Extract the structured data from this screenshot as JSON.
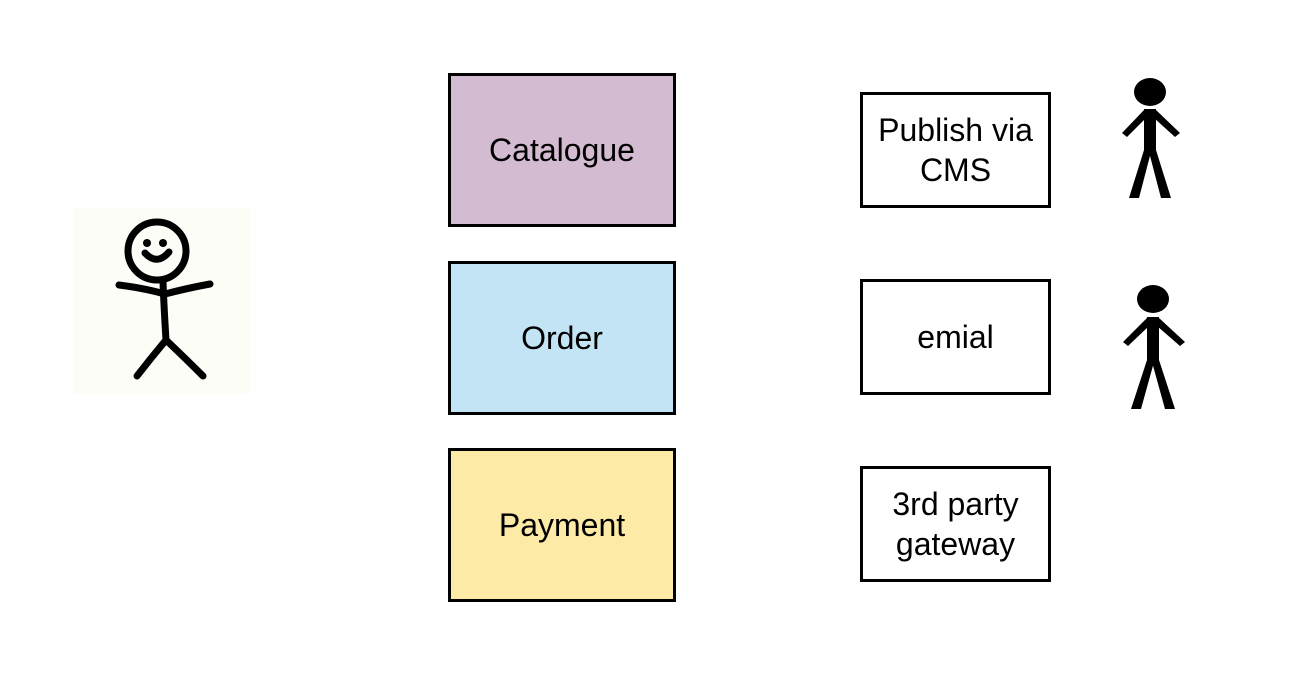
{
  "diagram": {
    "domains": [
      {
        "label": "Catalogue",
        "color": "#d3bbd2"
      },
      {
        "label": "Order",
        "color": "#c3e4f5"
      },
      {
        "label": "Payment",
        "color": "#fdeaa7"
      }
    ],
    "externals": [
      {
        "lines": [
          "Publish via",
          "CMS"
        ]
      },
      {
        "lines": [
          "emial"
        ]
      },
      {
        "lines": [
          "3rd party",
          "gateway"
        ]
      }
    ],
    "actors": [
      {
        "icon": "hand-drawn-stick-figure-icon"
      },
      {
        "icon": "stick-figure-icon"
      },
      {
        "icon": "stick-figure-icon"
      }
    ]
  }
}
